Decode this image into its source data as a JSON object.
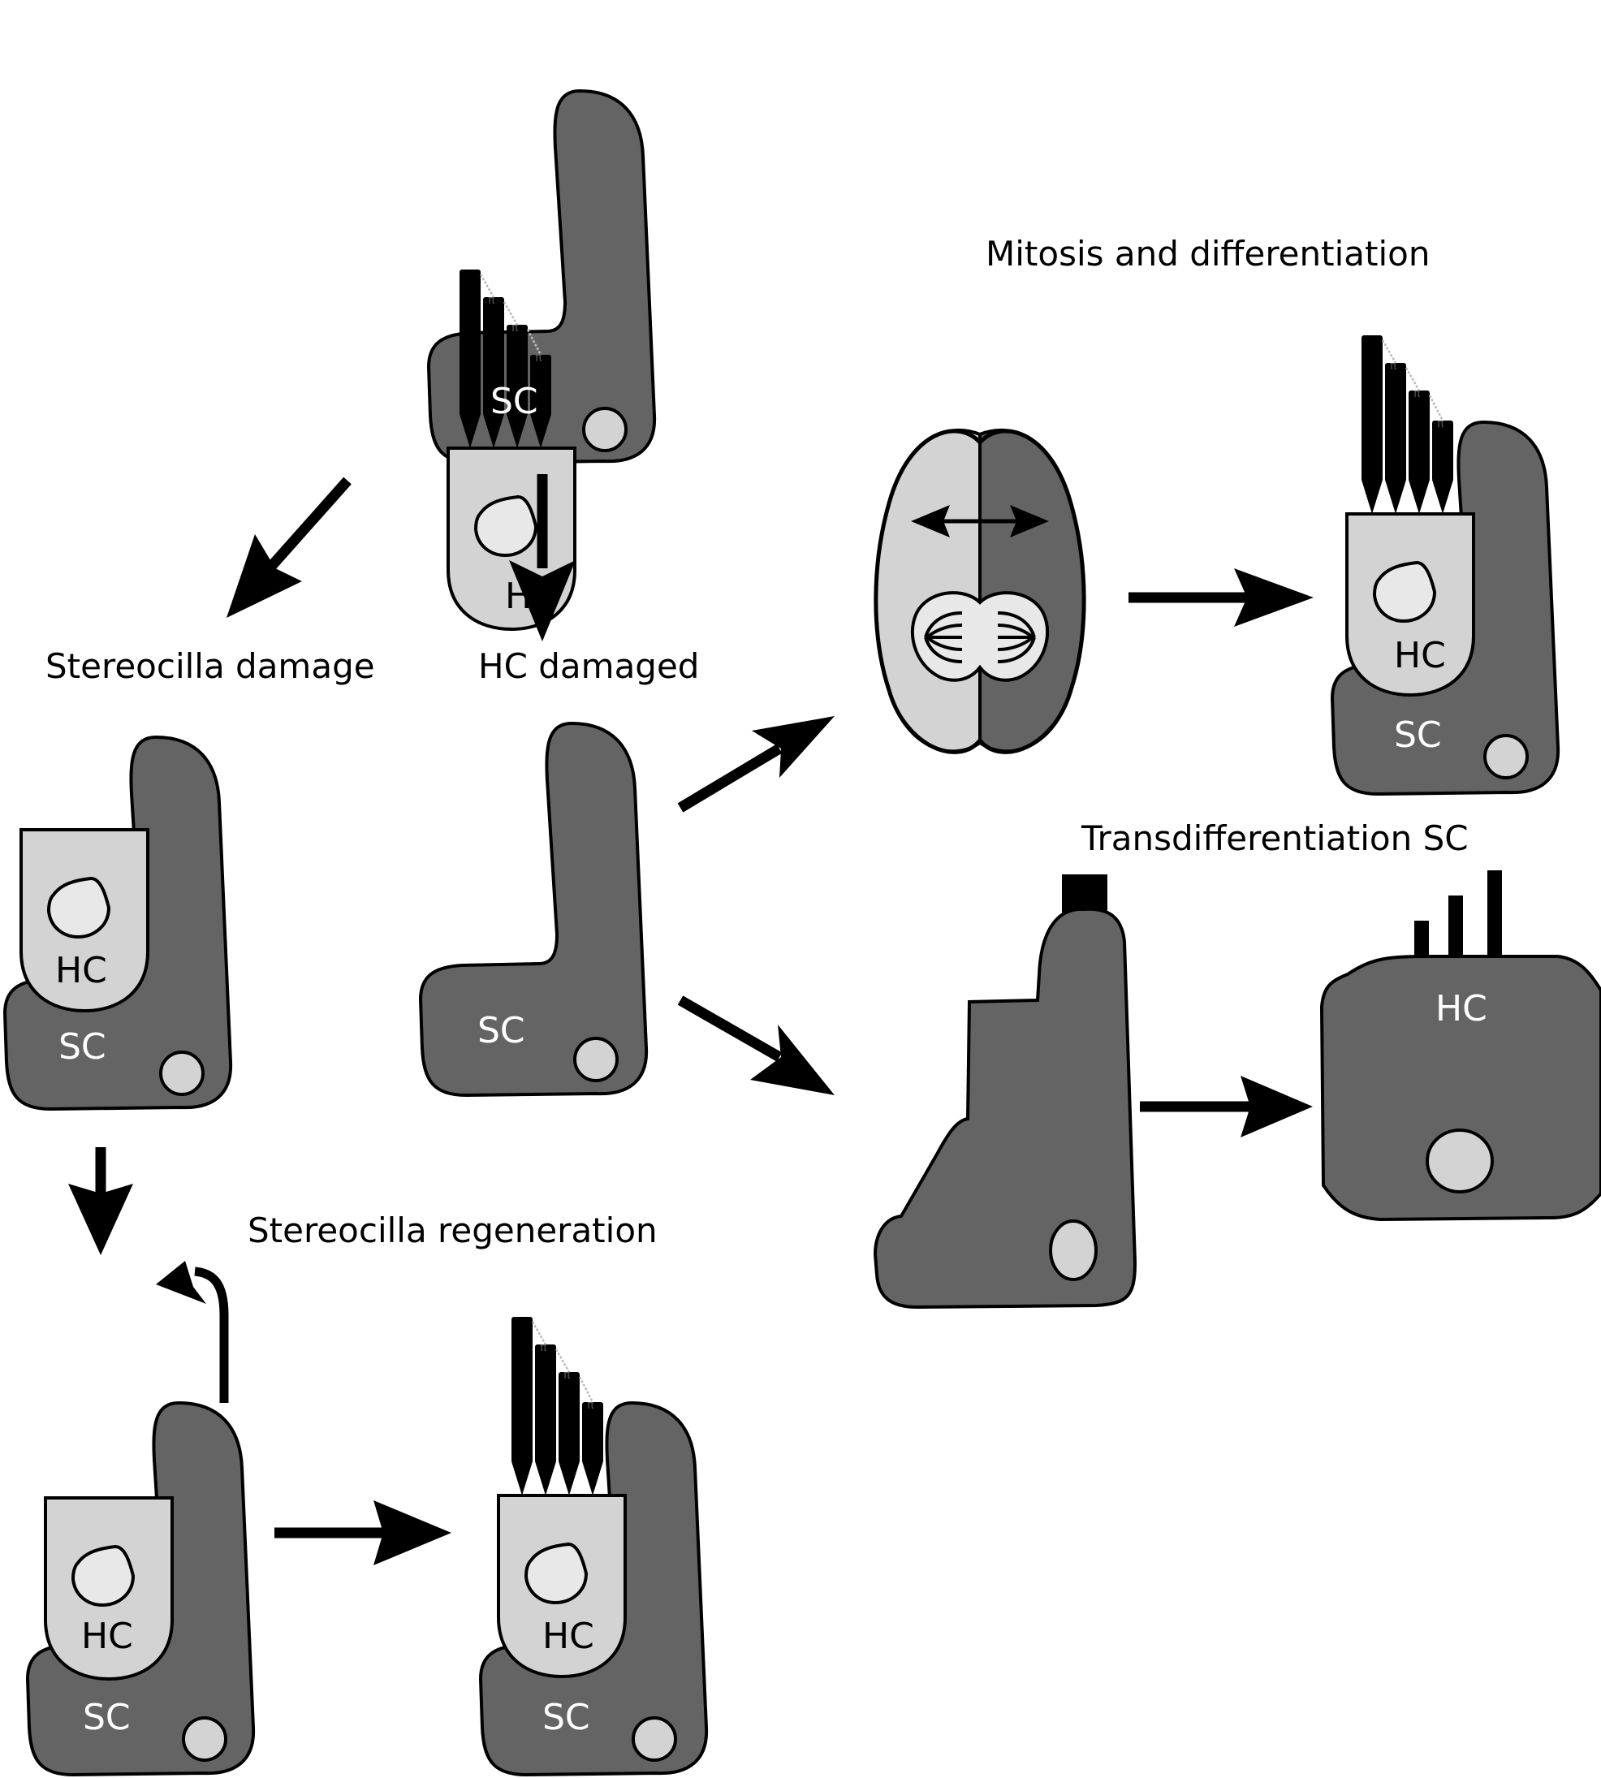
{
  "title": "Hair cell regeneration pathways",
  "labels": {
    "stereocilla_damage": "Stereocilla damage",
    "hc_damaged": "HC damaged",
    "mitosis": "Mitosis and differentiation",
    "transdiff": "Transdifferentiation SC",
    "regeneration": "Stereocilla regeneration"
  },
  "cells": {
    "hc": "HC",
    "sc": "SC"
  },
  "colors": {
    "supporting_cell": "#646464",
    "hair_cell": "#d3d3d3",
    "nucleus": "#e8e8e8",
    "stereocilia": "#000000"
  }
}
